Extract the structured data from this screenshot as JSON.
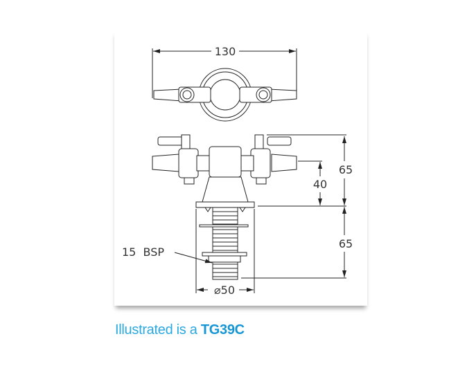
{
  "drawing": {
    "dimensions": {
      "overall_width": "130",
      "total_height_upper": "65",
      "outlet_height": "40",
      "shank_length": "65",
      "flange_diameter": "⌀50",
      "thread": "15  BSP"
    }
  },
  "caption": {
    "prefix": "Illustrated is a",
    "model": "TG39C",
    "colors": {
      "prefix": "#2aa8e0",
      "model": "#1696d3"
    }
  }
}
